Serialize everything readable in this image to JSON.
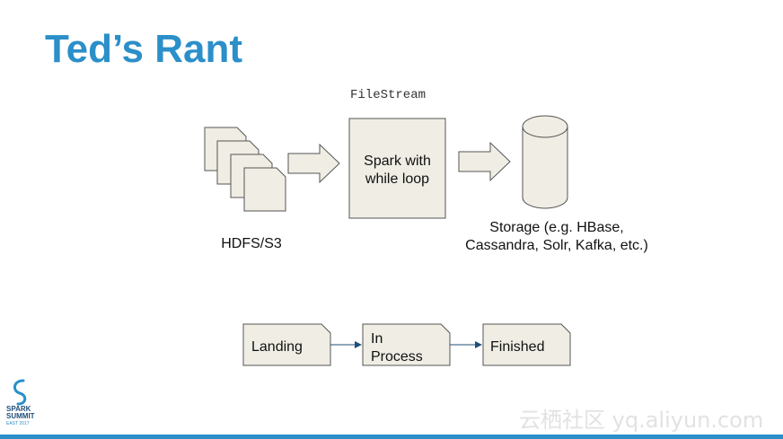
{
  "title": "Ted’s Rant",
  "file_stream_label": "FileStream",
  "spark_box": {
    "line1": "Spark with",
    "line2": "while loop"
  },
  "source_label": "HDFS/S3",
  "storage_label": {
    "line1": "Storage (e.g. HBase,",
    "line2": "Cassandra, Solr, Kafka, etc.)"
  },
  "stages": [
    {
      "line1": "Landing",
      "line2": ""
    },
    {
      "line1": "In",
      "line2": "Process"
    },
    {
      "line1": "Finished",
      "line2": ""
    }
  ],
  "logo": {
    "line1": "SPARK",
    "line2": "SUMMIT",
    "line3": "EAST 2017"
  },
  "watermark": "云栖社区 yq.aliyun.com",
  "colors": {
    "title": "#2b8fc9",
    "box_fill": "#efede4",
    "box_stroke": "#555555"
  }
}
